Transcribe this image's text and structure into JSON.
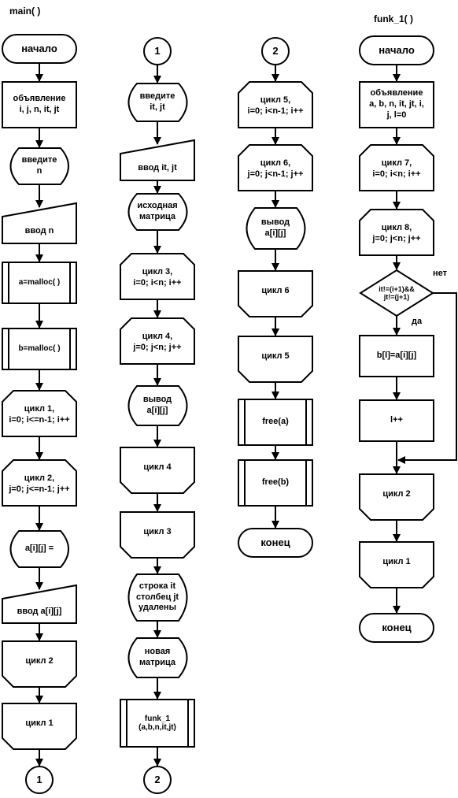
{
  "titles": {
    "main": "main( )",
    "funk": "funk_1( )"
  },
  "col1": {
    "start": "начало",
    "decl": "объявление\ni, j, n, it, jt",
    "prompt_n": "введите\nn",
    "input_n": "ввод n",
    "malloc_a": "a=malloc( )",
    "malloc_b": "b=malloc( )",
    "loop1": "цикл 1,\ni=0; i<=n-1; i++",
    "loop2": "цикл 2,\nj=0; j<=n-1; j++",
    "prompt_aij": "a[i][j] =",
    "input_aij": "ввод a[i][j]",
    "loop2_end": "цикл 2",
    "loop1_end": "цикл 1",
    "conn": "1"
  },
  "col2": {
    "conn_in": "1",
    "prompt_itjt": "введите\nit, jt",
    "input_itjt": "ввод it, jt",
    "src_matrix": "исходная\nматрица",
    "loop3": "цикл 3,\ni=0; i<n; i++",
    "loop4": "цикл 4,\nj=0; j<n; j++",
    "out_aij": "вывод\na[i][j]",
    "loop4_end": "цикл 4",
    "loop3_end": "цикл 3",
    "removed": "строка it\nстолбец jt\nудалены",
    "new_matrix": "новая\nматрица",
    "call_funk": "funk_1\n(a,b,n,it,jt)",
    "conn_out": "2"
  },
  "col3": {
    "conn_in": "2",
    "loop5": "цикл 5,\ni=0; i<n-1; i++",
    "loop6": "цикл 6,\nj=0; j<n-1; j++",
    "out_aij": "вывод\na[i][j]",
    "loop6_end": "цикл 6",
    "loop5_end": "цикл 5",
    "free_a": "free(a)",
    "free_b": "free(b)",
    "end": "конец"
  },
  "col4": {
    "start": "начало",
    "decl": "объявление\na, b, n, it, jt, i,\nj, l=0",
    "loop7": "цикл 7,\ni=0; i<n; i++",
    "loop8": "цикл 8,\nj=0; j<n; j++",
    "cond": "it!=(i+1)&&\njt!=(j+1)",
    "no": "нет",
    "yes": "да",
    "assign": "b[l]=a[i][j]",
    "inc": "l++",
    "loop2_end": "цикл 2",
    "loop1_end": "цикл 1",
    "end": "конец"
  }
}
